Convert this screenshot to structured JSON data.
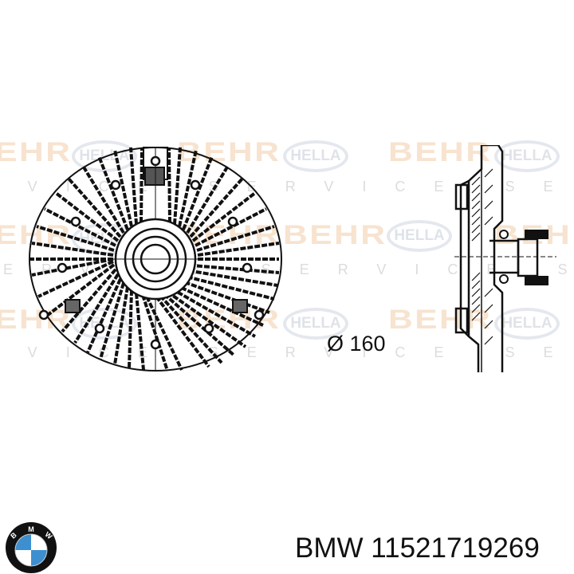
{
  "watermark": {
    "behr_text": "BEHR",
    "hella_text": "HELLA",
    "service_text": "SERVICE",
    "colors": {
      "behr": "#f7e3cf",
      "hella": "#e4e8ee",
      "service": "#dcdcdc"
    }
  },
  "drawing": {
    "front_view": "fan-clutch-front-view",
    "side_view": "fan-clutch-side-section"
  },
  "dimension": {
    "label": "Ø 160"
  },
  "brand": {
    "logo": "bmw-roundel-icon",
    "logo_letters": "BMW",
    "colors": {
      "ring": "#111111",
      "blue": "#3d8fd0",
      "white": "#ffffff"
    }
  },
  "part": {
    "label": "BMW 11521719269",
    "manufacturer": "BMW",
    "number": "11521719269"
  }
}
